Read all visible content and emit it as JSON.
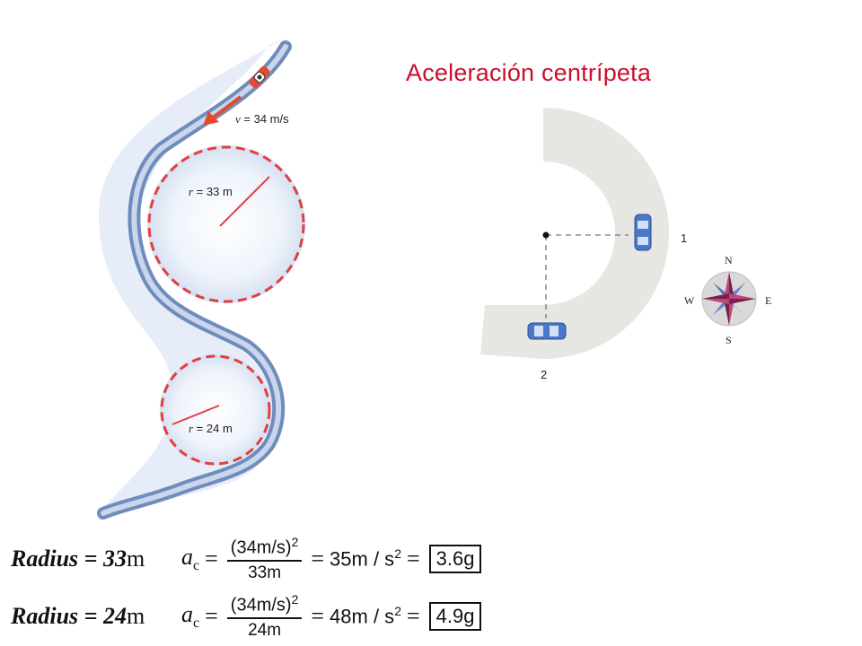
{
  "title": "Aceleración centrípeta",
  "road_diagram": {
    "velocity_label": "v = 34 m/s",
    "radius1_label": "r = 33 m",
    "radius2_label": "r = 24 m"
  },
  "turn_diagram": {
    "point1": "1",
    "point2": "2"
  },
  "compass": {
    "n": "N",
    "s": "S",
    "e": "E",
    "w": "W"
  },
  "equations": [
    {
      "label": "Radius",
      "eq": "=",
      "radius": "33",
      "unit": "m",
      "ac": "a",
      "ac_sub": "c",
      "numerator": "(34m/s)",
      "numerator_exp": "2",
      "denominator": "33m",
      "result": "35m / s",
      "result_exp": "2",
      "boxed": "3.6g"
    },
    {
      "label": "Radius",
      "eq": "=",
      "radius": "24",
      "unit": "m",
      "ac": "a",
      "ac_sub": "c",
      "numerator": "(34m/s)",
      "numerator_exp": "2",
      "denominator": "24m",
      "result": "48m / s",
      "result_exp": "2",
      "boxed": "4.9g"
    }
  ],
  "colors": {
    "accent": "#c8102e",
    "road": "#8fa7cc",
    "dashed": "#e04040",
    "car": "#4a78c8"
  }
}
